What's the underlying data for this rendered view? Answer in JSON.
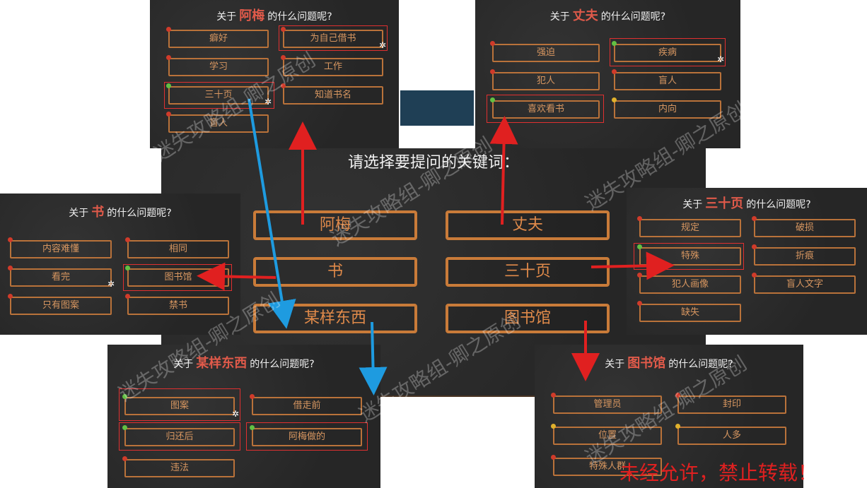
{
  "center": {
    "title": "请选择要提问的关键词：",
    "buttons": [
      "阿梅",
      "丈夫",
      "书",
      "三十页",
      "某样东西",
      "图书馆"
    ]
  },
  "panels": {
    "amei": {
      "prefix": "关于",
      "keyword": "阿梅",
      "suffix": "的什么问题呢?",
      "options": [
        {
          "label": "癖好",
          "dot": "red"
        },
        {
          "label": "为自己借书",
          "dot": "red"
        },
        {
          "label": "学习",
          "dot": "red"
        },
        {
          "label": "工作",
          "dot": "red"
        },
        {
          "label": "三十页",
          "dot": "green"
        },
        {
          "label": "知道书名",
          "dot": "red"
        },
        {
          "label": "盲人",
          "dot": "red"
        }
      ]
    },
    "husband": {
      "prefix": "关于",
      "keyword": "丈夫",
      "suffix": "的什么问题呢?",
      "options": [
        {
          "label": "强迫",
          "dot": "red"
        },
        {
          "label": "疾病",
          "dot": "green"
        },
        {
          "label": "犯人",
          "dot": "red"
        },
        {
          "label": "盲人",
          "dot": "red"
        },
        {
          "label": "喜欢看书",
          "dot": "green"
        },
        {
          "label": "内向",
          "dot": "yellow"
        }
      ]
    },
    "book": {
      "prefix": "关于",
      "keyword": "书",
      "suffix": "的什么问题呢?",
      "options": [
        {
          "label": "内容难懂",
          "dot": "red"
        },
        {
          "label": "相同",
          "dot": "red"
        },
        {
          "label": "看完",
          "dot": "red"
        },
        {
          "label": "图书馆",
          "dot": "green"
        },
        {
          "label": "只有图案",
          "dot": "red"
        },
        {
          "label": "禁书",
          "dot": "red"
        }
      ]
    },
    "page30": {
      "prefix": "关于",
      "keyword": "三十页",
      "suffix": "的什么问题呢?",
      "options": [
        {
          "label": "规定",
          "dot": "red"
        },
        {
          "label": "破损",
          "dot": "red"
        },
        {
          "label": "特殊",
          "dot": "green"
        },
        {
          "label": "折痕",
          "dot": "red"
        },
        {
          "label": "犯人画像",
          "dot": "red"
        },
        {
          "label": "盲人文字",
          "dot": "red"
        },
        {
          "label": "缺失",
          "dot": "red"
        }
      ]
    },
    "something": {
      "prefix": "关于",
      "keyword": "某样东西",
      "suffix": "的什么问题呢?",
      "options": [
        {
          "label": "图案",
          "dot": "green"
        },
        {
          "label": "借走前",
          "dot": "red"
        },
        {
          "label": "归还后",
          "dot": "green"
        },
        {
          "label": "阿梅做的",
          "dot": "green"
        },
        {
          "label": "违法",
          "dot": "red"
        }
      ]
    },
    "library": {
      "prefix": "关于",
      "keyword": "图书馆",
      "suffix": "的什么问题呢?",
      "options": [
        {
          "label": "管理员",
          "dot": "red"
        },
        {
          "label": "封印",
          "dot": "red"
        },
        {
          "label": "位置",
          "dot": "yellow"
        },
        {
          "label": "人多",
          "dot": "yellow"
        },
        {
          "label": "特殊人群",
          "dot": "red"
        }
      ]
    }
  },
  "watermark": "迷失攻略组-卿之原创",
  "notice": "未经允许，禁止转载！",
  "colors": {
    "board": "#2b2b2b",
    "option_border": "#b9723a",
    "option_text": "#d79660",
    "keyword": "#e05a4a",
    "highlight": "#e03030",
    "arrow_red": "#e02020",
    "arrow_blue": "#1e9be0",
    "dot_red": "#d03b2a",
    "dot_green": "#62c043",
    "dot_yellow": "#e0b12c"
  }
}
